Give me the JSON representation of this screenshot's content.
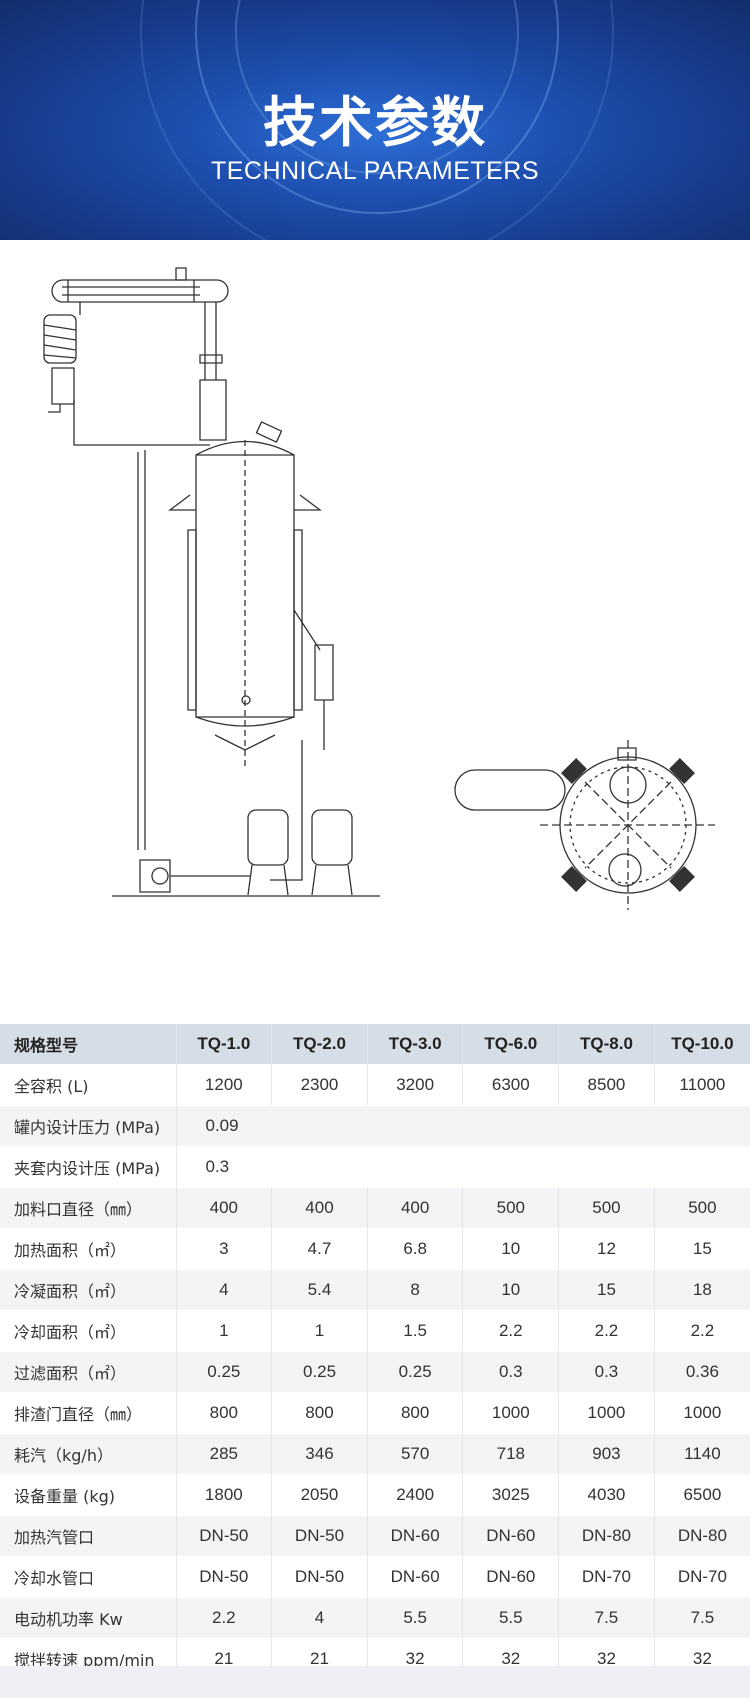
{
  "header": {
    "title_cn": "技术参数",
    "title_en": "TECHNICAL PARAMETERS"
  },
  "colors": {
    "banner": "#1e4fb0",
    "table_header": "#d5dde6",
    "row_alt": "#f3f4f6",
    "text": "#333333"
  },
  "table": {
    "header": [
      "规格型号",
      "TQ-1.0",
      "TQ-2.0",
      "TQ-3.0",
      "TQ-6.0",
      "TQ-8.0",
      "TQ-10.0"
    ],
    "rows": [
      {
        "label": "全容积 (L)",
        "values": [
          "1200",
          "2300",
          "3200",
          "6300",
          "8500",
          "11000"
        ]
      },
      {
        "label": "罐内设计压力 (MPa)",
        "values": [
          "0.09"
        ]
      },
      {
        "label": "夹套内设计压 (MPa)",
        "values": [
          "0.3"
        ]
      },
      {
        "label": "加料口直径（㎜）",
        "values": [
          "400",
          "400",
          "400",
          "500",
          "500",
          "500"
        ]
      },
      {
        "label": "加热面积（㎡）",
        "values": [
          "3",
          "4.7",
          "6.8",
          "10",
          "12",
          "15"
        ]
      },
      {
        "label": "冷凝面积（㎡）",
        "values": [
          "4",
          "5.4",
          "8",
          "10",
          "15",
          "18"
        ]
      },
      {
        "label": "冷却面积（㎡）",
        "values": [
          "1",
          "1",
          "1.5",
          "2.2",
          "2.2",
          "2.2"
        ]
      },
      {
        "label": "过滤面积（㎡）",
        "values": [
          "0.25",
          "0.25",
          "0.25",
          "0.3",
          "0.3",
          "0.36"
        ]
      },
      {
        "label": "排渣门直径（㎜）",
        "values": [
          "800",
          "800",
          "800",
          "1000",
          "1000",
          "1000"
        ]
      },
      {
        "label": "耗汽（kg/h）",
        "values": [
          "285",
          "346",
          "570",
          "718",
          "903",
          "1140"
        ]
      },
      {
        "label": "设备重量 (kg)",
        "values": [
          "1800",
          "2050",
          "2400",
          "3025",
          "4030",
          "6500"
        ]
      },
      {
        "label": "加热汽管口",
        "values": [
          "DN-50",
          "DN-50",
          "DN-60",
          "DN-60",
          "DN-80",
          "DN-80"
        ]
      },
      {
        "label": "冷却水管口",
        "values": [
          "DN-50",
          "DN-50",
          "DN-60",
          "DN-60",
          "DN-70",
          "DN-70"
        ]
      },
      {
        "label": "电动机功率 Kw",
        "values": [
          "2.2",
          "4",
          "5.5",
          "5.5",
          "7.5",
          "7.5"
        ]
      },
      {
        "label": "搅拌转速 ppm/min",
        "values": [
          "21",
          "21",
          "32",
          "32",
          "32",
          "32"
        ]
      }
    ]
  }
}
